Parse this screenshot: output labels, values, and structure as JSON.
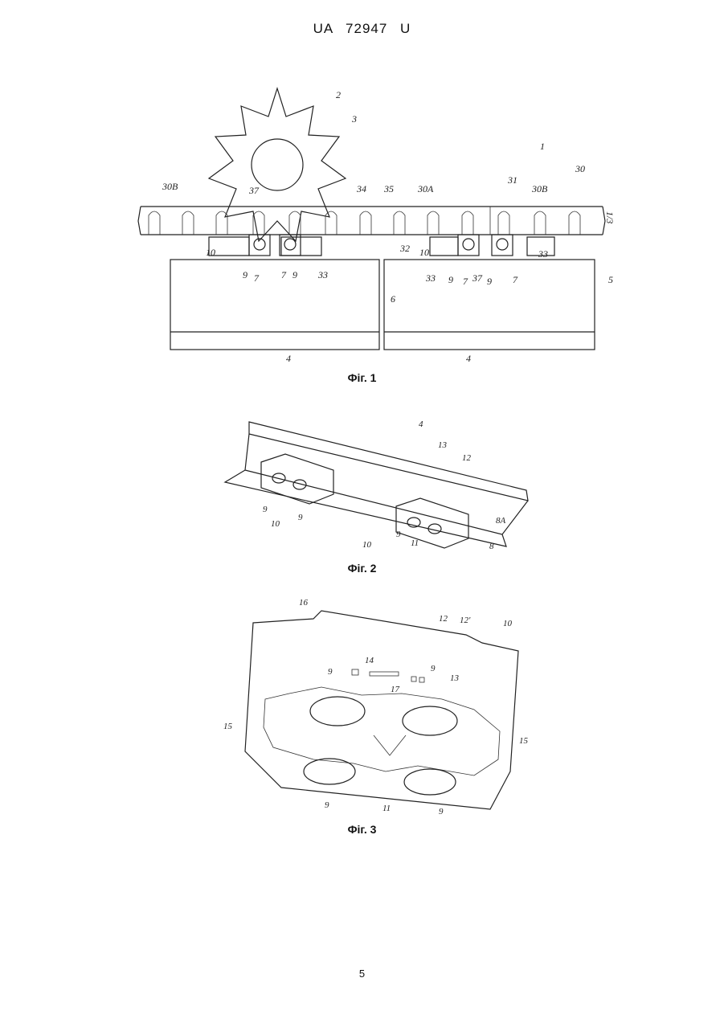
{
  "header": {
    "doc_number": "UA   72947   U"
  },
  "figures": [
    {
      "caption": "Фіг. 1",
      "labels": {
        "l2": "2",
        "l3": "3",
        "l1": "1",
        "l30": "30",
        "l30B_left": "30B",
        "l37a": "37",
        "l34": "34",
        "l35": "35",
        "l30A": "30A",
        "l31": "31",
        "l30B_right": "30B",
        "l32": "32",
        "l10a": "10",
        "l10b": "10",
        "l33a": "33",
        "l33b": "33",
        "l33c": "33",
        "l9a": "9",
        "l7a": "7",
        "l7b": "7",
        "l9b": "9",
        "l9c": "9",
        "l7c": "7",
        "l37b": "37",
        "l9d": "9",
        "l7d": "7",
        "l5": "5",
        "l6": "6",
        "l4a": "4",
        "l4b": "4",
        "side": "1/3"
      }
    },
    {
      "caption": "Фіг. 2",
      "labels": {
        "l4": "4",
        "l13": "13",
        "l12": "12",
        "l9a": "9",
        "l9b": "9",
        "l10a": "10",
        "l8A": "8A",
        "l9c": "9",
        "l10b": "10",
        "l11": "11",
        "l8": "8"
      }
    },
    {
      "caption": "Фіг. 3",
      "labels": {
        "l16": "16",
        "l12": "12",
        "l12p": "12'",
        "l10": "10",
        "l14": "14",
        "l9a": "9",
        "l9b": "9",
        "l17": "17",
        "l13": "13",
        "l15a": "15",
        "l15b": "15",
        "l9c": "9",
        "l11": "11",
        "l9d": "9"
      }
    }
  ],
  "page_number": "5"
}
